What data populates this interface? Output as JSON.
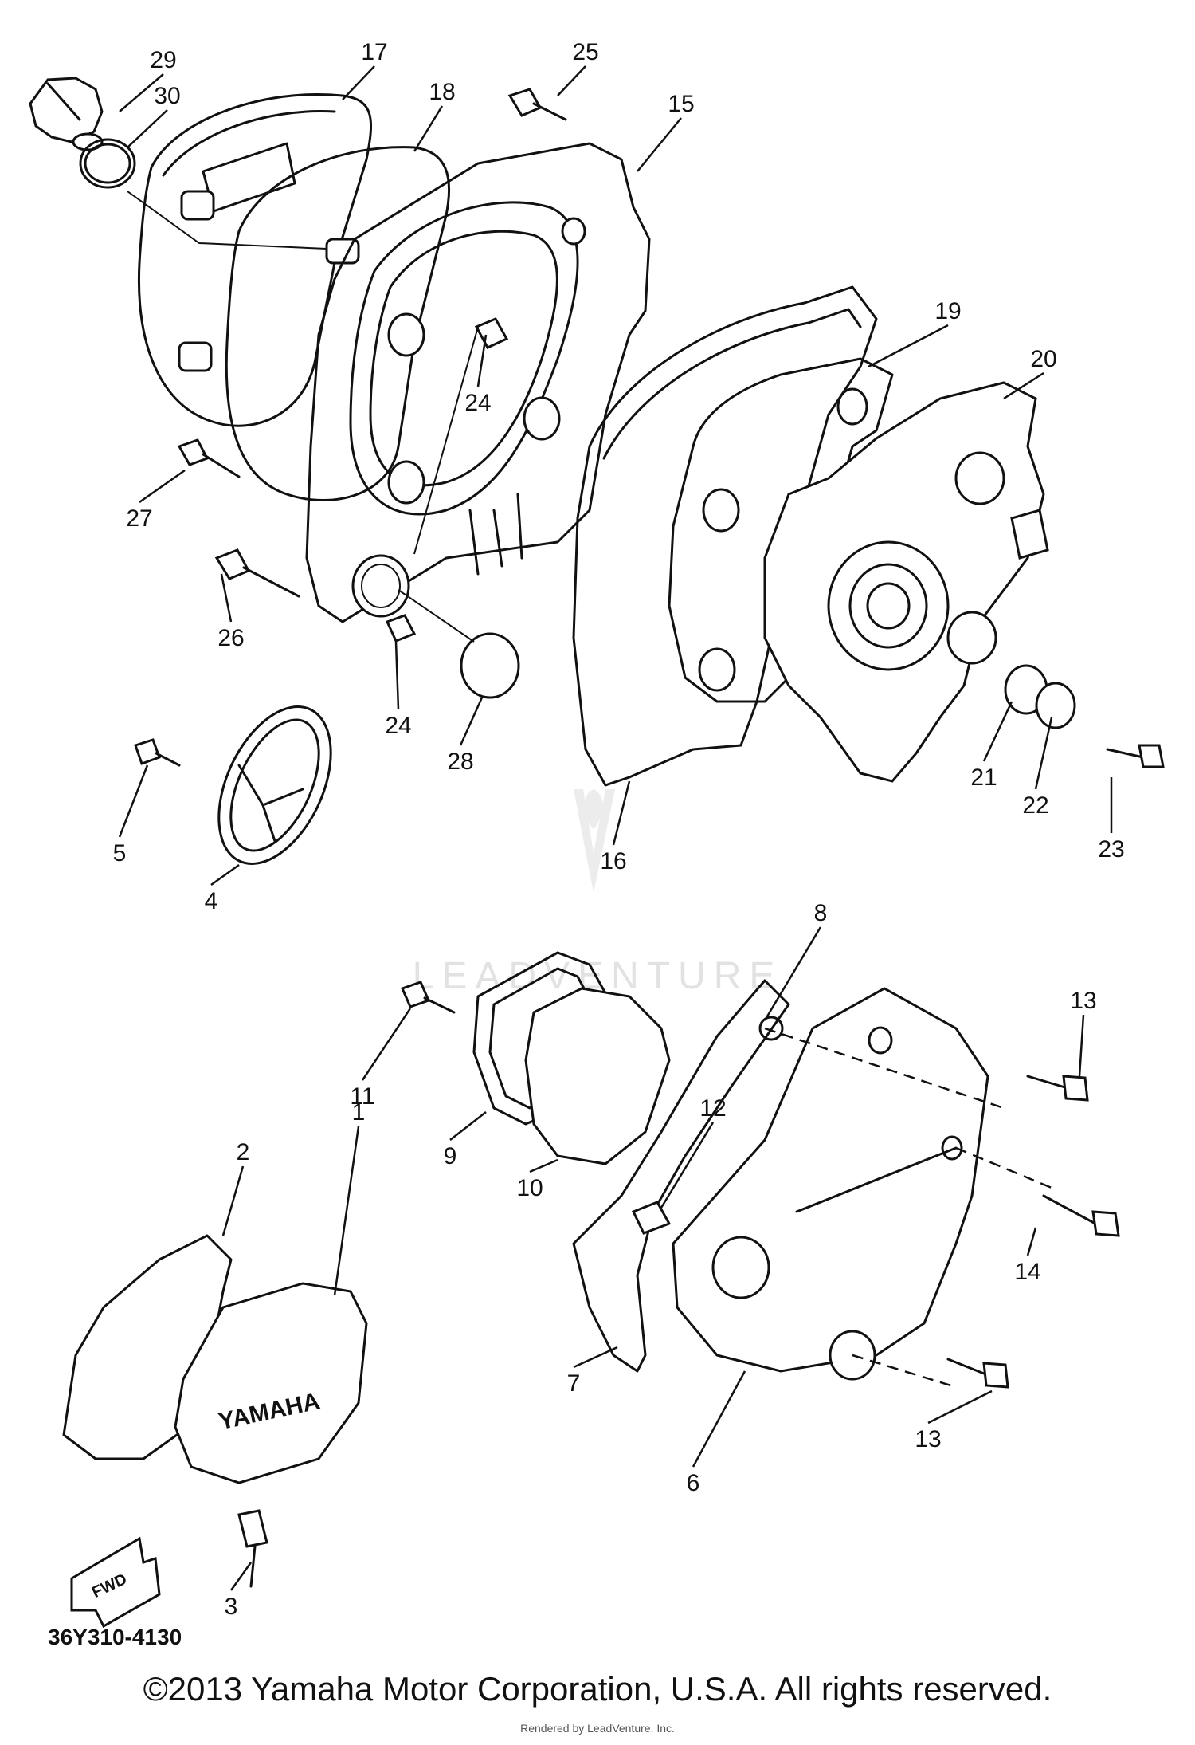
{
  "diagram_code": "36Y310-4130",
  "copyright": "©2013 Yamaha Motor Corporation, U.S.A. All rights reserved.",
  "rendered_by": "Rendered by LeadVenture, Inc.",
  "watermark": "LEADVENTURE",
  "cover_logo": "YAMAHA",
  "fwd_label": "FWD",
  "callouts": [
    "29",
    "30",
    "17",
    "18",
    "25",
    "15",
    "24",
    "27",
    "26",
    "24",
    "28",
    "19",
    "20",
    "5",
    "4",
    "16",
    "21",
    "22",
    "23",
    "8",
    "11",
    "13",
    "12",
    "9",
    "10",
    "2",
    "1",
    "14",
    "7",
    "13",
    "6",
    "3"
  ]
}
